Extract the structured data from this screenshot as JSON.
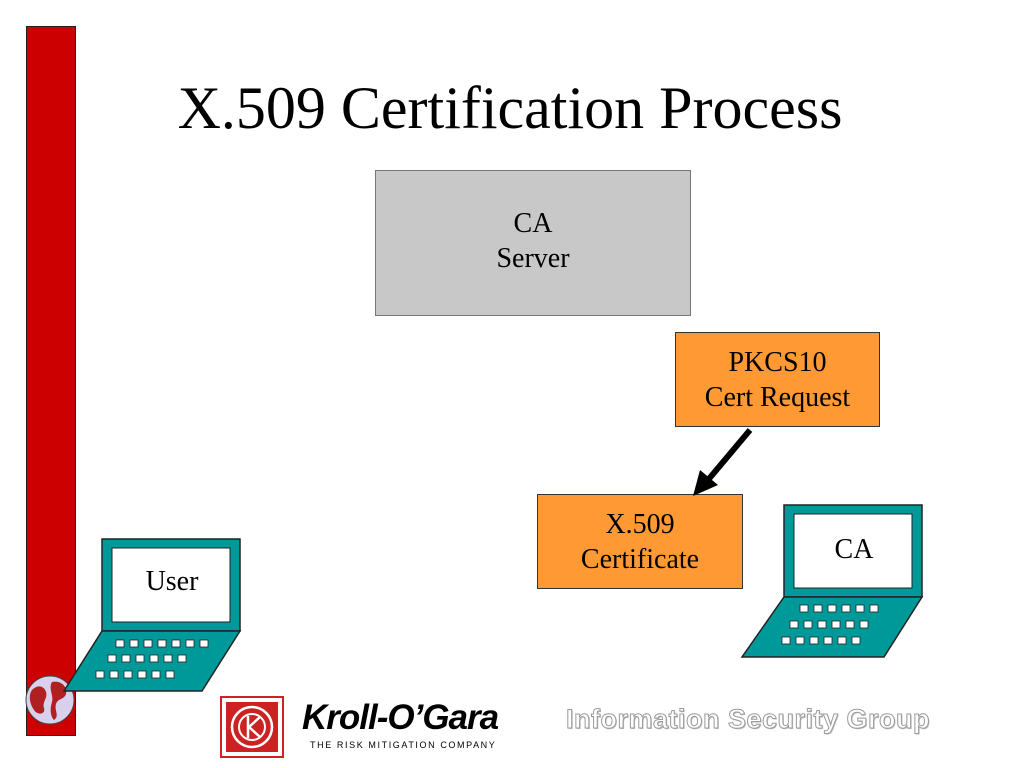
{
  "slide": {
    "title": "X.509 Certification Process"
  },
  "diagram": {
    "ca_server": {
      "line1": "CA",
      "line2": "Server"
    },
    "pkcs_request": {
      "line1": "PKCS10",
      "line2": "Cert Request"
    },
    "x509_certificate": {
      "line1": "X.509",
      "line2": "Certificate"
    },
    "user_laptop_label": "User",
    "ca_laptop_label": "CA"
  },
  "footer": {
    "company_name": "Kroll-O’Gara",
    "company_tagline": "THE RISK MITIGATION COMPANY",
    "group_name": "Information Security Group"
  },
  "colors": {
    "side_bar": "#cc0000",
    "server_box": "#c8c8c8",
    "orange_box": "#ff9933",
    "laptop_teal": "#009999",
    "kroll_red": "#cc2222"
  }
}
